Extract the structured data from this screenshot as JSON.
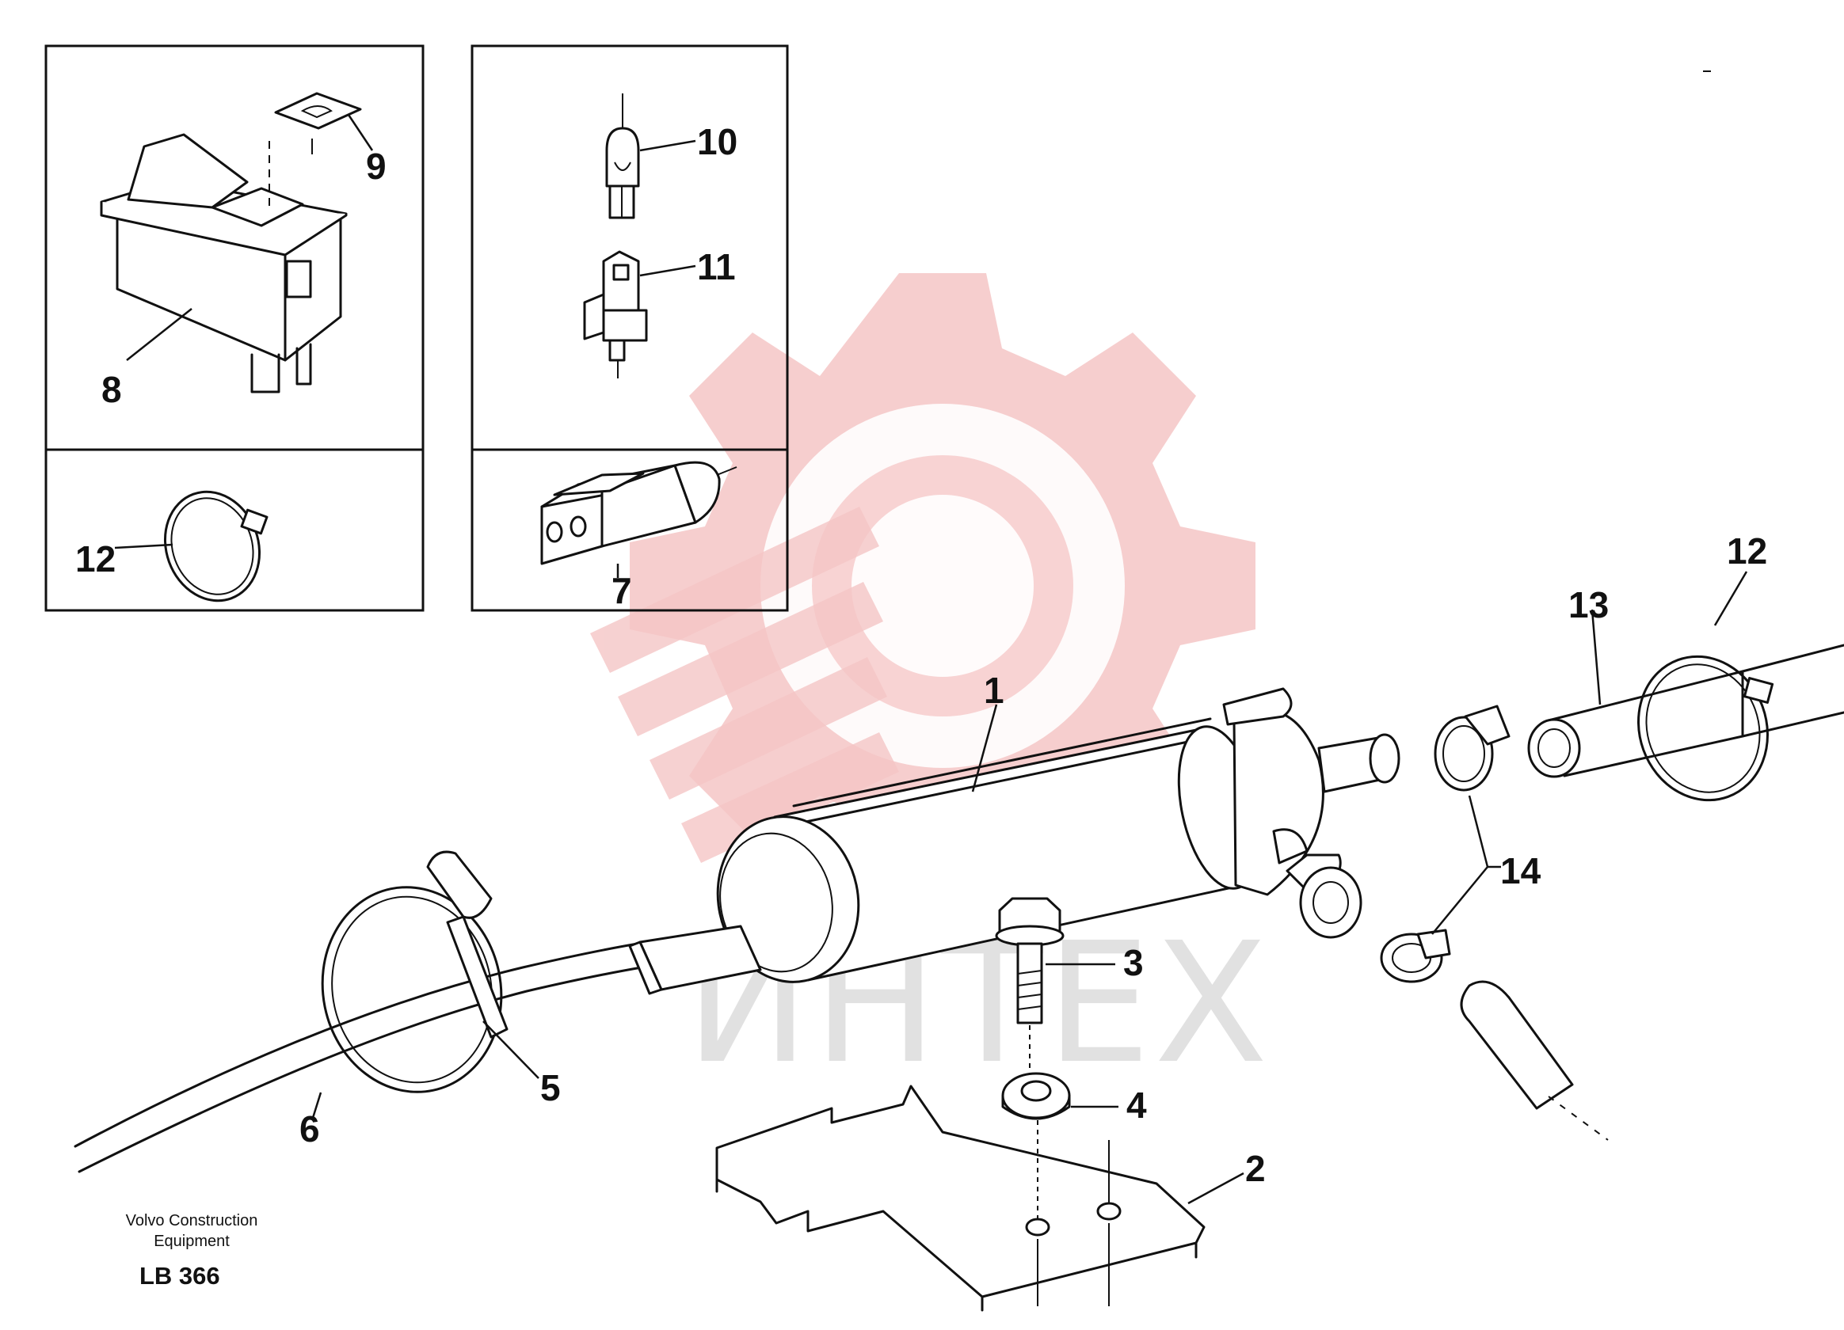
{
  "watermark": {
    "text": "ИНТЕХ",
    "gear_color": "#f5c6c6",
    "text_color": "#c9c9c9"
  },
  "caption": {
    "line1": "Volvo Construction",
    "line2": "Equipment",
    "code": "LB 366"
  },
  "callouts": {
    "c1": "1",
    "c2": "2",
    "c3": "3",
    "c4": "4",
    "c5": "5",
    "c6": "6",
    "c7": "7",
    "c8": "8",
    "c9": "9",
    "c10": "10",
    "c11": "11",
    "c12a": "12",
    "c12b": "12",
    "c13": "13",
    "c14": "14"
  }
}
